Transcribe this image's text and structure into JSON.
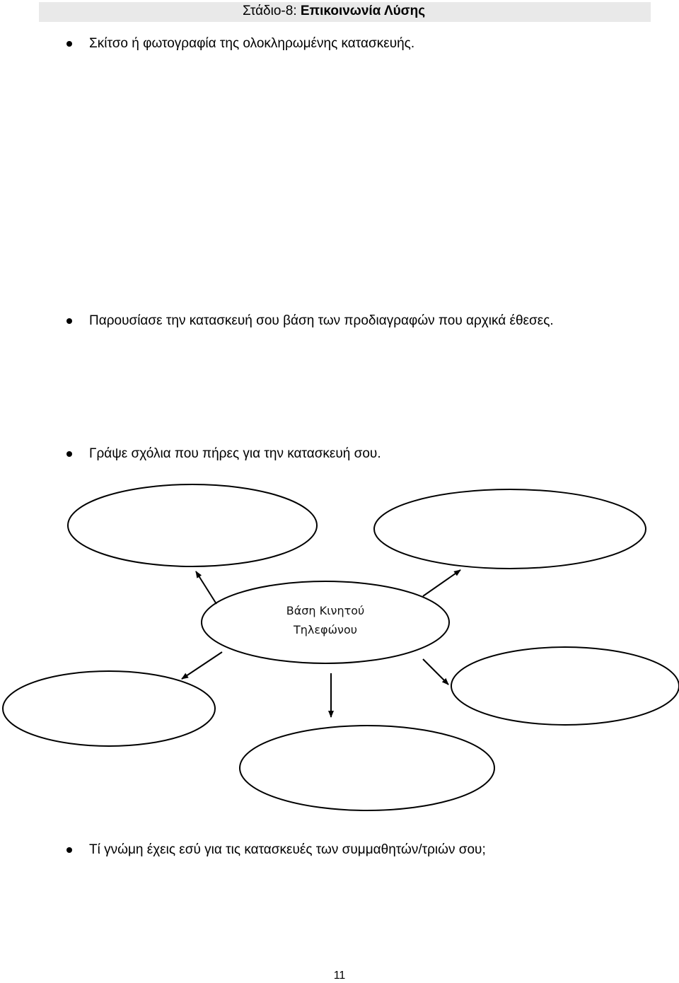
{
  "header": {
    "stage": "Στάδιο-8:",
    "topic": "Επικοινωνία Λύσης"
  },
  "bullets": [
    {
      "text": "Σκίτσο ή φωτογραφία της ολοκληρωμένης κατασκευής."
    },
    {
      "text": "Παρουσίασε την κατασκευή σου βάση των προδιαγραφών που αρχικά έθεσες."
    },
    {
      "text": "Γράψε σχόλια που πήρες για την κατασκευή σου."
    },
    {
      "text": "Τί γνώμη έχεις εσύ για τις κατασκευές των συμμαθητών/τριών σου;"
    }
  ],
  "diagram": {
    "center_line1": "Βάση Κινητού",
    "center_line2": "Τηλεφώνου",
    "outer_ellipses": [
      "top-left",
      "top-right",
      "bottom-left",
      "bottom-center",
      "bottom-right"
    ]
  },
  "footer": {
    "page_number": "11"
  }
}
